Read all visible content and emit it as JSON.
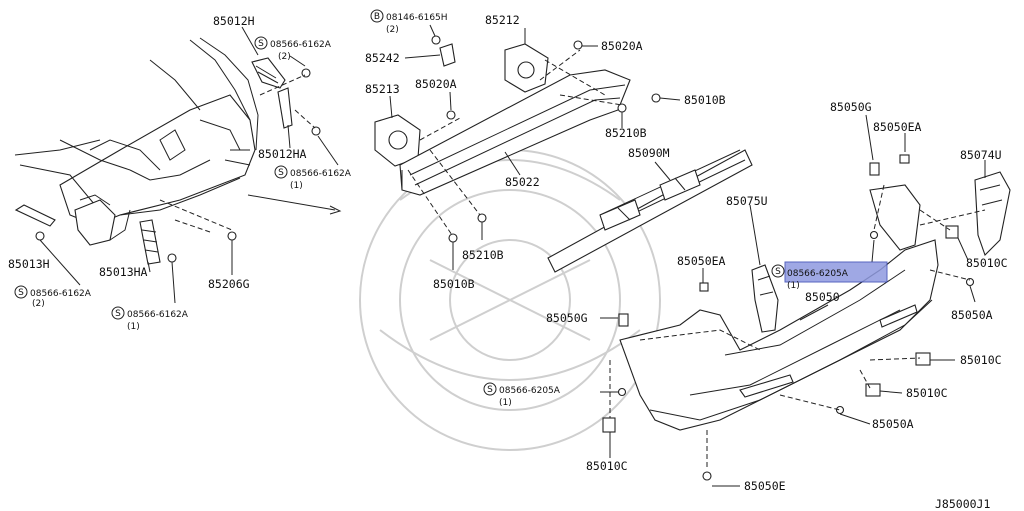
{
  "diagram": {
    "ref_code": "J85000J1",
    "labels": {
      "p85012H": "85012H",
      "p85012HA": "85012HA",
      "p85013H": "85013H",
      "p85013HA": "85013HA",
      "p85206G": "85206G",
      "p85212": "85212",
      "p85242": "85242",
      "p85213": "85213",
      "p85020A_1": "85020A",
      "p85020A_2": "85020A",
      "p85010B_1": "85010B",
      "p85010B_2": "85010B",
      "p85210B_1": "85210B",
      "p85210B_2": "85210B",
      "p85022": "85022",
      "p85090M": "85090M",
      "p85050G_1": "85050G",
      "p85050G_2": "85050G",
      "p85050EA_1": "85050EA",
      "p85050EA_2": "85050EA",
      "p85074U": "85074U",
      "p85075U": "85075U",
      "p85050": "85050",
      "p85010C_1": "85010C",
      "p85010C_2": "85010C",
      "p85010C_3": "85010C",
      "p85010C_4": "85010C",
      "p85050A_1": "85050A",
      "p85050A_2": "85050A",
      "p85050E": "85050E"
    },
    "screws": {
      "s1": {
        "symbol": "S",
        "code": "08566-6162A",
        "qty": "(2)"
      },
      "s2": {
        "symbol": "S",
        "code": "08566-6162A",
        "qty": "(1)"
      },
      "s3": {
        "symbol": "S",
        "code": "08566-6162A",
        "qty": "(2)"
      },
      "s4": {
        "symbol": "S",
        "code": "08566-6162A",
        "qty": "(1)"
      },
      "b1": {
        "symbol": "B",
        "code": "08146-6165H",
        "qty": "(2)"
      },
      "s5": {
        "symbol": "S",
        "code": "08566-6205A",
        "qty": "(1)"
      },
      "s6": {
        "symbol": "S",
        "code": "08566-6205A",
        "qty": "(1)"
      }
    },
    "highlight_color": "#8f9ae0"
  }
}
